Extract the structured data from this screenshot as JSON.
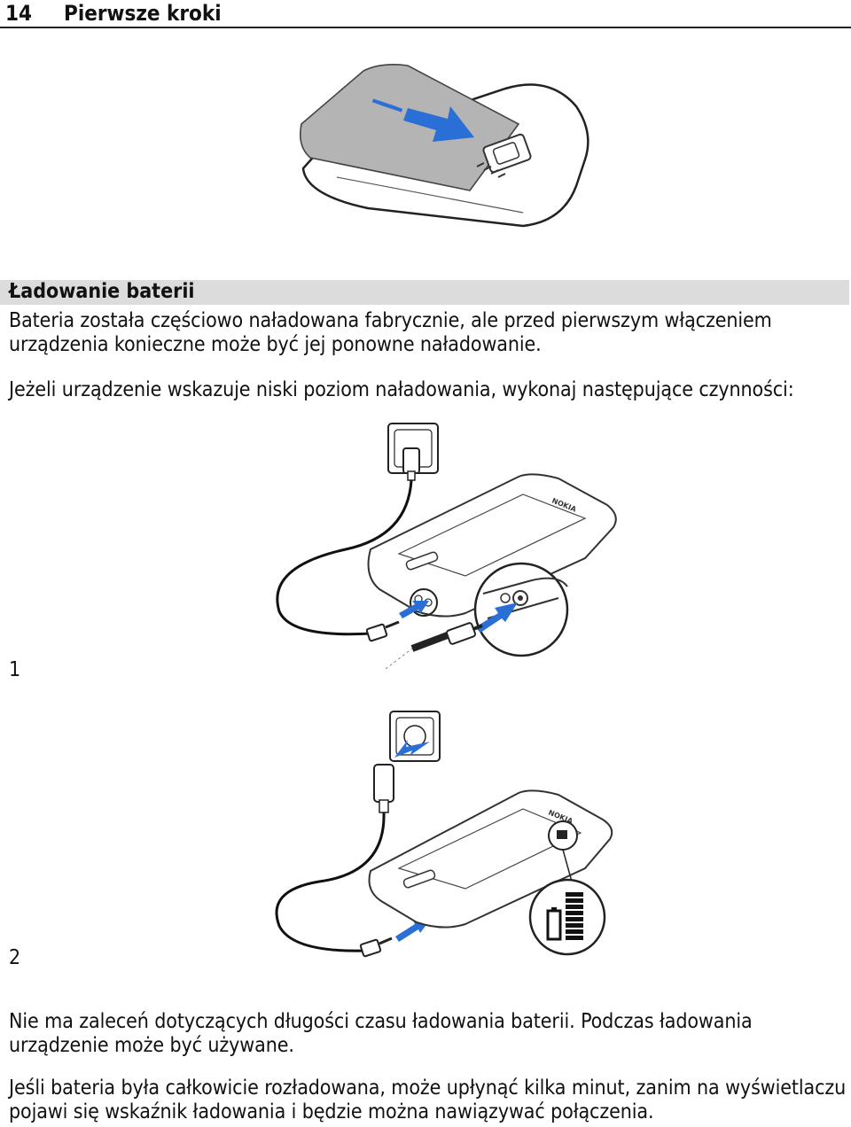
{
  "header": {
    "page_number": "14",
    "title": "Pierwsze kroki"
  },
  "section": {
    "title": "Ładowanie baterii"
  },
  "paragraphs": {
    "p1": "Bateria została częściowo naładowana fabrycznie, ale przed pierwszym włączeniem urządzenia konieczne może być jej ponowne naładowanie.",
    "p2": "Jeżeli urządzenie wskazuje niski poziom naładowania, wykonaj następujące czynności:",
    "p3": "Nie ma zaleceń dotyczących długości czasu ładowania baterii. Podczas ładowania urządzenie może być używane.",
    "p4": "Jeśli bateria była całkowicie rozładowana, może upłynąć kilka minut, zanim na wyświetlaczu pojawi się wskaźnik ładowania i będzie można nawiązywać połączenia."
  },
  "steps": [
    "1",
    "2"
  ],
  "colors": {
    "arrow": "#2a6fd6",
    "cover": "#b4b4b4",
    "section_bg": "#dcdcdc"
  },
  "icons": [
    "back-cover-illustration",
    "charger-connect-illustration",
    "charger-disconnect-illustration",
    "battery-full-icon",
    "brand-logo-mark"
  ]
}
